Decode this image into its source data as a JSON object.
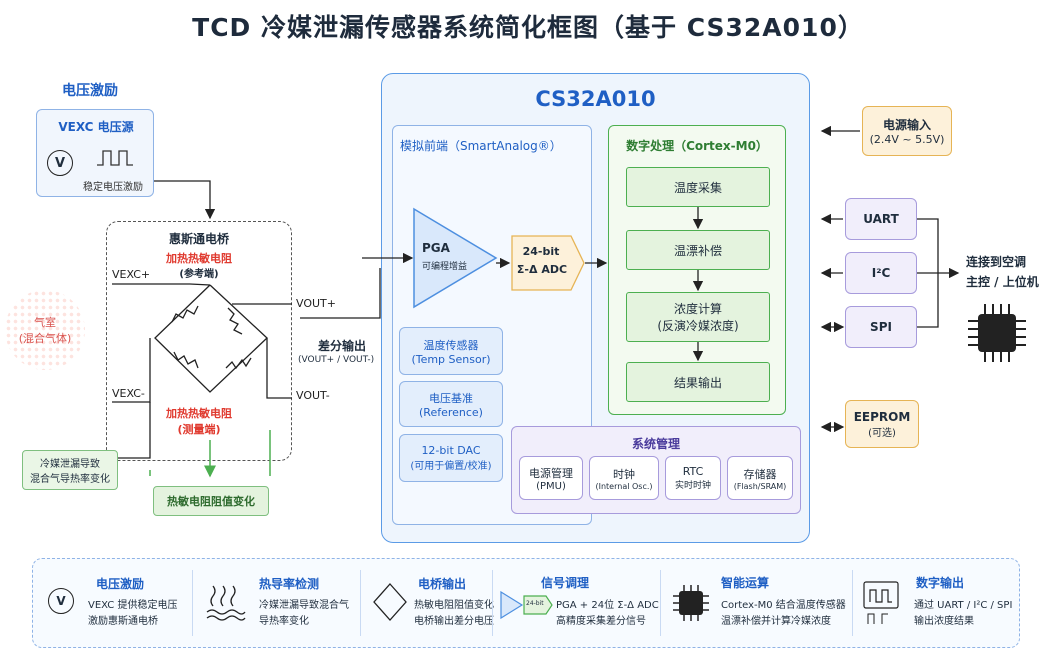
{
  "title": "TCD 冷媒泄漏传感器系统简化框图（基于 CS32A010）",
  "excitation": {
    "section_label": "电压激励",
    "box_title": "VEXC 电压源",
    "meter_symbol": "V",
    "caption": "稳定电压激励"
  },
  "chamber": {
    "line1": "气室",
    "line2": "(混合气体)"
  },
  "bridge": {
    "title": "惠斯通电桥",
    "ref_line1": "加热热敏电阻",
    "ref_line2": "(参考端)",
    "meas_line1": "加热热敏电阻",
    "meas_line2": "(测量端)",
    "vexc_plus": "VEXC+",
    "vexc_minus": "VEXC-",
    "vout_plus": "VOUT+",
    "vout_minus": "VOUT-",
    "diff_line1": "差分输出",
    "diff_line2": "(VOUT+ / VOUT-)"
  },
  "leak_note": {
    "line1": "冷媒泄漏导致",
    "line2": "混合气导热率变化"
  },
  "resistance_note": "热敏电阻阻值变化",
  "chip": {
    "name": "CS32A010",
    "afe": {
      "title": "模拟前端（SmartAnalog®）",
      "pga_line1": "PGA",
      "pga_line2": "可编程增益",
      "adc_line1": "24-bit",
      "adc_line2": "Σ-Δ ADC",
      "temp_line1": "温度传感器",
      "temp_line2": "(Temp Sensor)",
      "ref_line1": "电压基准",
      "ref_line2": "(Reference)",
      "dac_line1": "12-bit DAC",
      "dac_line2": "(可用于偏置/校准)"
    },
    "digital": {
      "title": "数字处理（Cortex-M0）",
      "steps": [
        "温度采集",
        "温漂补偿",
        "浓度计算",
        "结果输出"
      ],
      "step3_sub": "(反演冷媒浓度)"
    },
    "sysmgmt": {
      "title": "系统管理",
      "items": [
        {
          "l1": "电源管理",
          "l2": "(PMU)"
        },
        {
          "l1": "时钟",
          "l2": "(Internal Osc.)"
        },
        {
          "l1": "RTC",
          "l2": "实时时钟"
        },
        {
          "l1": "存储器",
          "l2": "(Flash/SRAM)"
        }
      ]
    }
  },
  "power_input": {
    "line1": "电源输入",
    "line2": "(2.4V ~ 5.5V)"
  },
  "interfaces": [
    "UART",
    "I²C",
    "SPI"
  ],
  "eeprom": {
    "line1": "EEPROM",
    "line2": "(可选)"
  },
  "host": {
    "line1": "连接到空调",
    "line2": "主控 / 上位机"
  },
  "legend": [
    {
      "icon": "voltmeter-icon",
      "title": "电压激励",
      "l1": "VEXC 提供稳定电压",
      "l2": "激励惠斯通电桥"
    },
    {
      "icon": "heat-waves-icon",
      "title": "热导率检测",
      "l1": "冷媒泄漏导致混合气",
      "l2": "导热率变化"
    },
    {
      "icon": "bridge-icon",
      "title": "电桥输出",
      "l1": "热敏电阻阻值变化",
      "l2": "电桥输出差分电压"
    },
    {
      "icon": "pga-adc-icon",
      "title": "信号调理",
      "l1": "PGA + 24位 Σ-Δ ADC",
      "l2": "高精度采集差分信号",
      "badge": "24-bit"
    },
    {
      "icon": "chip-icon",
      "title": "智能运算",
      "l1": "Cortex-M0 结合温度传感器",
      "l2": "温漂补偿并计算冷媒浓度"
    },
    {
      "icon": "digital-output-icon",
      "title": "数字输出",
      "l1": "通过 UART / I²C / SPI",
      "l2": "输出浓度结果"
    }
  ],
  "colors": {
    "title": "#1e2b3c",
    "accent_blue": "#1f5fc4",
    "chip_bg": "#eef5fd",
    "chip_border": "#4d8fe0",
    "green_border": "#4caf50",
    "green_fill": "#e4f3de",
    "orange_fill": "#fdf1da",
    "orange_border": "#e6b455",
    "purple_fill": "#f1eefb",
    "purple_border": "#a79bdc",
    "red_text": "#e03a2f"
  }
}
